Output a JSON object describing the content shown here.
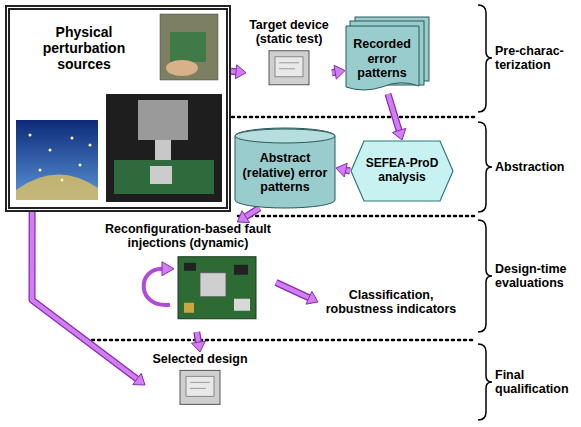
{
  "diagram": {
    "nodes": [
      {
        "text": [
          "Physical perturbation sources"
        ]
      },
      {
        "text": [
          "Target device (static test)"
        ]
      },
      {
        "text": [
          "Recorded error patterns"
        ]
      },
      {
        "text": [
          "SEFEA-ProD analysis"
        ]
      },
      {
        "text": [
          "Abstract (relative) error patterns"
        ]
      },
      {
        "text": [
          "Reconfiguration-based fault injections (dynamic)"
        ]
      },
      {
        "text": [
          "Classification, robustness indicators"
        ]
      },
      {
        "text": [
          "Selected design"
        ]
      }
    ],
    "edges": [
      {
        "from": 0,
        "to": 1,
        "arrow": "to"
      },
      {
        "from": 1,
        "to": 2,
        "arrow": "to"
      },
      {
        "from": 2,
        "to": 3,
        "arrow": "to"
      },
      {
        "from": 3,
        "to": 4,
        "arrow": "to"
      },
      {
        "from": 4,
        "to": 5,
        "arrow": "to"
      },
      {
        "from": 5,
        "to": 6,
        "arrow": "to"
      },
      {
        "from": 5,
        "to": 7,
        "arrow": "to"
      },
      {
        "from": 0,
        "to": 7,
        "arrow": "to"
      }
    ],
    "labels": [
      "Pre-charac- terization",
      "Abstraction",
      "Design-time evaluations",
      "Final qualification"
    ]
  }
}
